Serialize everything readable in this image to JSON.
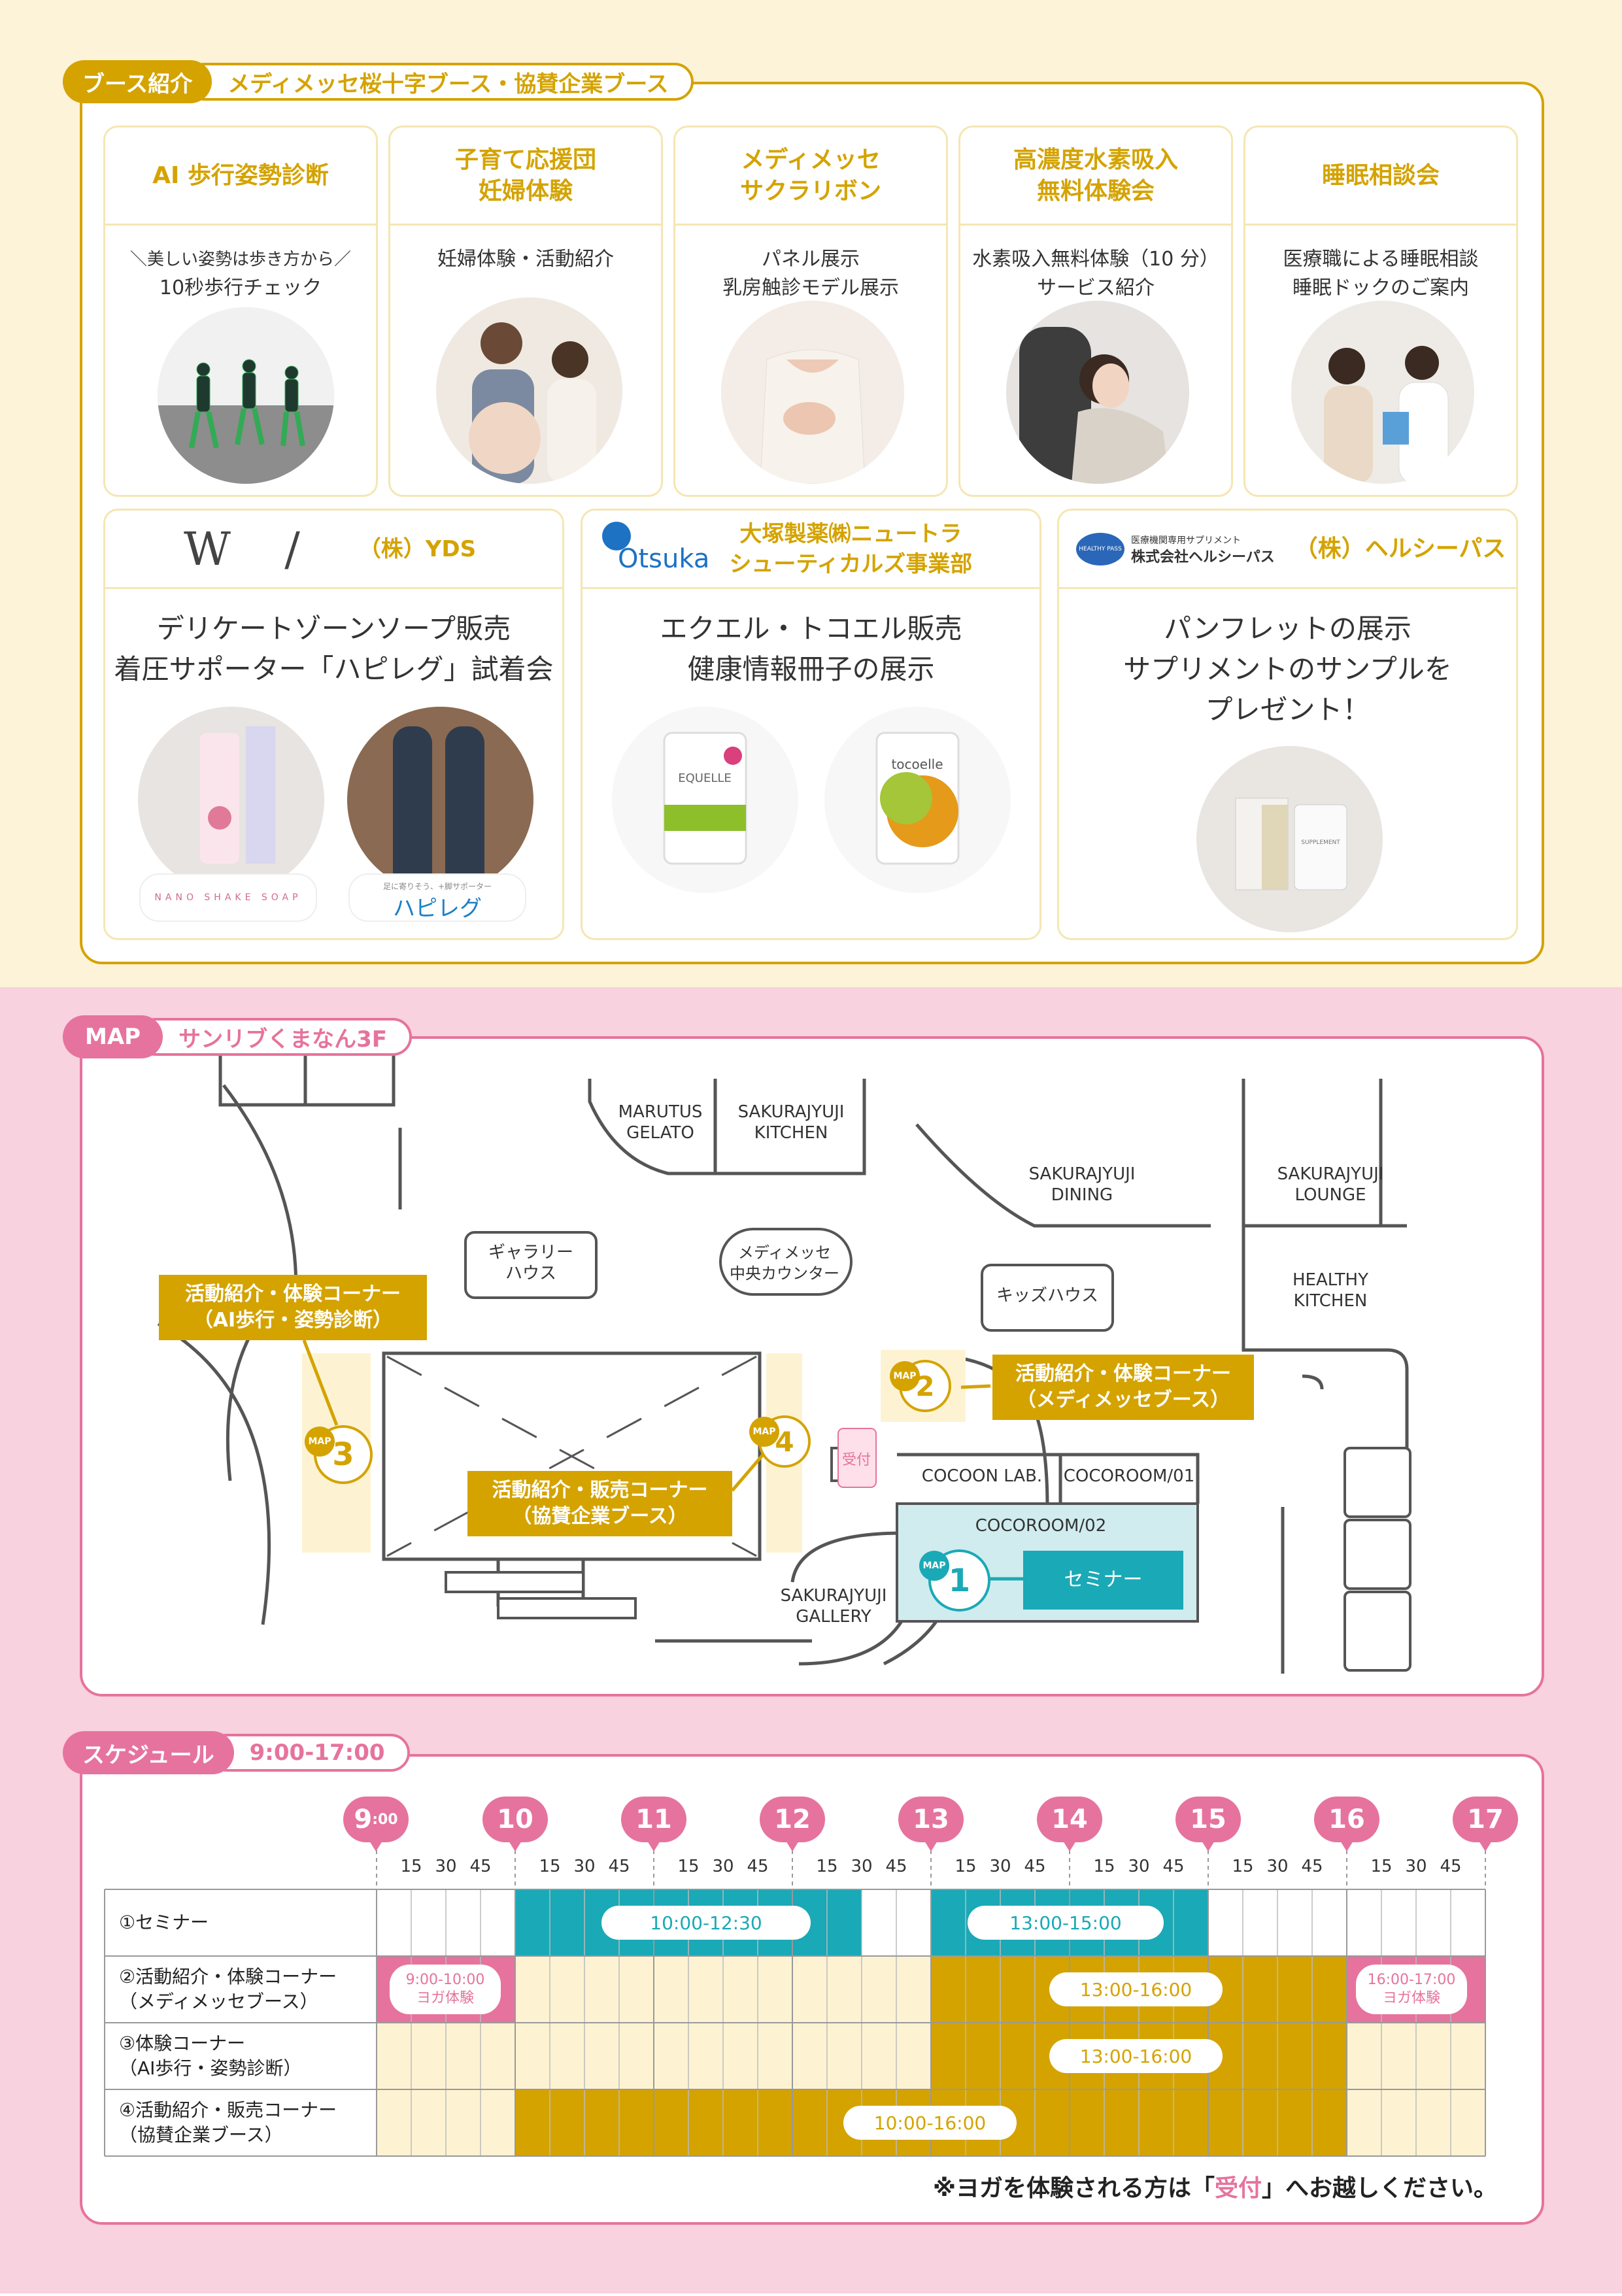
{
  "booth": {
    "tab_label": "ブース紹介",
    "tab_sub": "メディメッセ桜十字ブース・協賛企業ブース",
    "cards": [
      {
        "title": [
          "AI 歩行姿勢診断"
        ],
        "desc": [
          "＼美しい姿勢は歩き方から／",
          "10秒歩行チェック"
        ]
      },
      {
        "title": [
          "子育て応援団",
          "妊婦体験"
        ],
        "desc": [
          "妊婦体験・活動紹介"
        ]
      },
      {
        "title": [
          "メディメッセ",
          "サクラリボン"
        ],
        "desc": [
          "パネル展示",
          "乳房触診モデル展示"
        ]
      },
      {
        "title": [
          "高濃度水素吸入",
          "無料体験会"
        ],
        "desc": [
          "水素吸入無料体験（10 分）",
          "サービス紹介"
        ]
      },
      {
        "title": [
          "睡眠相談会"
        ],
        "desc": [
          "医療職による睡眠相談",
          "睡眠ドックのご案内"
        ]
      }
    ],
    "sponsors": [
      {
        "logo": "W /",
        "name": "（株）YDS",
        "desc": [
          "デリケートゾーンソープ販売",
          "着圧サポーター「ハピレグ」試着会"
        ],
        "tags": [
          "NANO SHAKE SOAP",
          "ハピレグ"
        ],
        "tag_sub": "足に寄りそう、+脚サポーター"
      },
      {
        "logo": "Otsuka",
        "name": [
          "大塚製薬㈱ニュートラ",
          "シューティカルズ事業部"
        ],
        "desc": [
          "エクエル・トコエル販売",
          "健康情報冊子の展示"
        ],
        "products": [
          "EQUELLE",
          "tocoelle"
        ]
      },
      {
        "logo_small": "医療機関専用サプリメント",
        "logo": "株式会社ヘルシーパス",
        "logo_badge": "HEALTHY PASS",
        "name": "（株）ヘルシーパス",
        "desc": [
          "パンフレットの展示",
          "サプリメントのサンプルを",
          "プレゼント！"
        ],
        "product": "SUPPLEMENT"
      }
    ]
  },
  "map": {
    "tab_label": "MAP",
    "tab_sub": "サンリブくまなん3F",
    "places": {
      "marutus": [
        "MARUTUS",
        "GELATO"
      ],
      "sakura_kitchen": [
        "SAKURAJYUJI",
        "KITCHEN"
      ],
      "dining": [
        "SAKURAJYUJI",
        "DINING"
      ],
      "lounge": [
        "SAKURAJYUJI",
        "LOUNGE"
      ],
      "healthy": [
        "HEALTHY",
        "KITCHEN"
      ],
      "gallery_house": [
        "ギャラリー",
        "ハウス"
      ],
      "center": [
        "メディメッセ",
        "中央カウンター"
      ],
      "kids": "キッズハウス",
      "cocoon": "COCOON LAB.",
      "cocoroom1": "COCOROOM/01",
      "cocoroom2": "COCOROOM/02",
      "gallery": [
        "SAKURAJYUJI",
        "GALLERY"
      ],
      "reception": "受付"
    },
    "labels": {
      "l3": [
        "活動紹介・体験コーナー",
        "（AI歩行・姿勢診断）"
      ],
      "l2": [
        "活動紹介・体験コーナー",
        "（メディメッセブース）"
      ],
      "l4": [
        "活動紹介・販売コーナー",
        "（協賛企業ブース）"
      ],
      "l1": "セミナー"
    },
    "pins": {
      "mark": "MAP",
      "n1": "1",
      "n2": "2",
      "n3": "3",
      "n4": "4"
    }
  },
  "schedule": {
    "tab_label": "スケジュール",
    "tab_sub": "9:00-17:00",
    "first_hour": "9",
    "first_suffix": ":00",
    "hours": [
      "10",
      "11",
      "12",
      "13",
      "14",
      "15",
      "16",
      "17"
    ],
    "quarters": [
      "15",
      "30",
      "45"
    ],
    "rows": [
      {
        "label": [
          "①セミナー"
        ]
      },
      {
        "label": [
          "②活動紹介・体験コーナー",
          "（メディメッセブース）"
        ]
      },
      {
        "label": [
          "③体験コーナー",
          "（AI歩行・姿勢診断）"
        ]
      },
      {
        "label": [
          "④活動紹介・販売コーナー",
          "（協賛企業ブース）"
        ]
      }
    ],
    "pills": {
      "seminar_am": "10:00-12:30",
      "seminar_pm": "13:00-15:00",
      "yoga_am": [
        "9:00-10:00",
        "ヨガ体験"
      ],
      "row2": "13:00-16:00",
      "yoga_pm": [
        "16:00-17:00",
        "ヨガ体験"
      ],
      "row3": "13:00-16:00",
      "row4": "10:00-16:00"
    },
    "note_prefix": "※ヨガを体験される方は「",
    "note_hl": "受付",
    "note_suffix": "」へお越しください。",
    "colors": {
      "teal": "#1aa9b6",
      "gold": "#d4a300",
      "pink": "#e6739d",
      "cream": "#fdf3d3"
    }
  }
}
